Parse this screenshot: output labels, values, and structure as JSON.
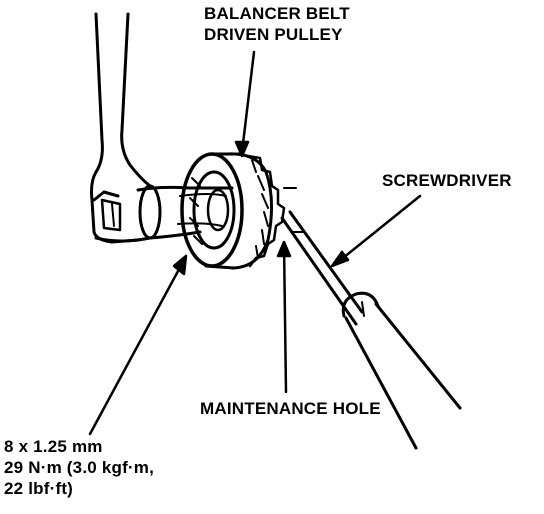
{
  "labels": {
    "pulley_line1": "BALANCER BELT",
    "pulley_line2": "DRIVEN PULLEY",
    "screwdriver": "SCREWDRIVER",
    "maintenance_hole": "MAINTENANCE HOLE",
    "spec_line1": "8 x 1.25 mm",
    "spec_line2": "29 N·m (3.0 kgf·m,",
    "spec_line3": "22 lbf·ft)"
  },
  "colors": {
    "ink": "#000000",
    "paper": "#ffffff"
  }
}
